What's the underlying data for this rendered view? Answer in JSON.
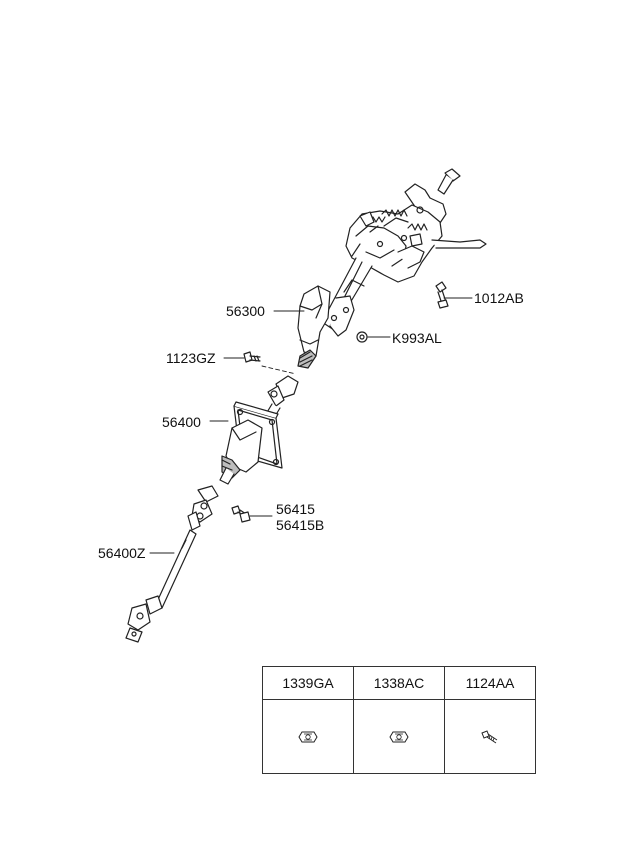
{
  "callouts": [
    {
      "id": "1012AB",
      "text": "1012AB"
    },
    {
      "id": "56300",
      "text": "56300"
    },
    {
      "id": "K993AL",
      "text": "K993AL"
    },
    {
      "id": "1123GZ",
      "text": "1123GZ"
    },
    {
      "id": "56400",
      "text": "56400"
    },
    {
      "id": "56415",
      "text": "56415"
    },
    {
      "id": "56415B",
      "text": "56415B"
    },
    {
      "id": "56400Z",
      "text": "56400Z"
    }
  ],
  "parts_table": {
    "columns": [
      {
        "code": "1339GA",
        "icon": "hex-nut-icon"
      },
      {
        "code": "1338AC",
        "icon": "hex-nut-icon"
      },
      {
        "code": "1124AA",
        "icon": "bolt-icon"
      }
    ]
  },
  "colors": {
    "line": "#222222",
    "fill": "#ffffff",
    "shade": "#bdbdbd"
  }
}
